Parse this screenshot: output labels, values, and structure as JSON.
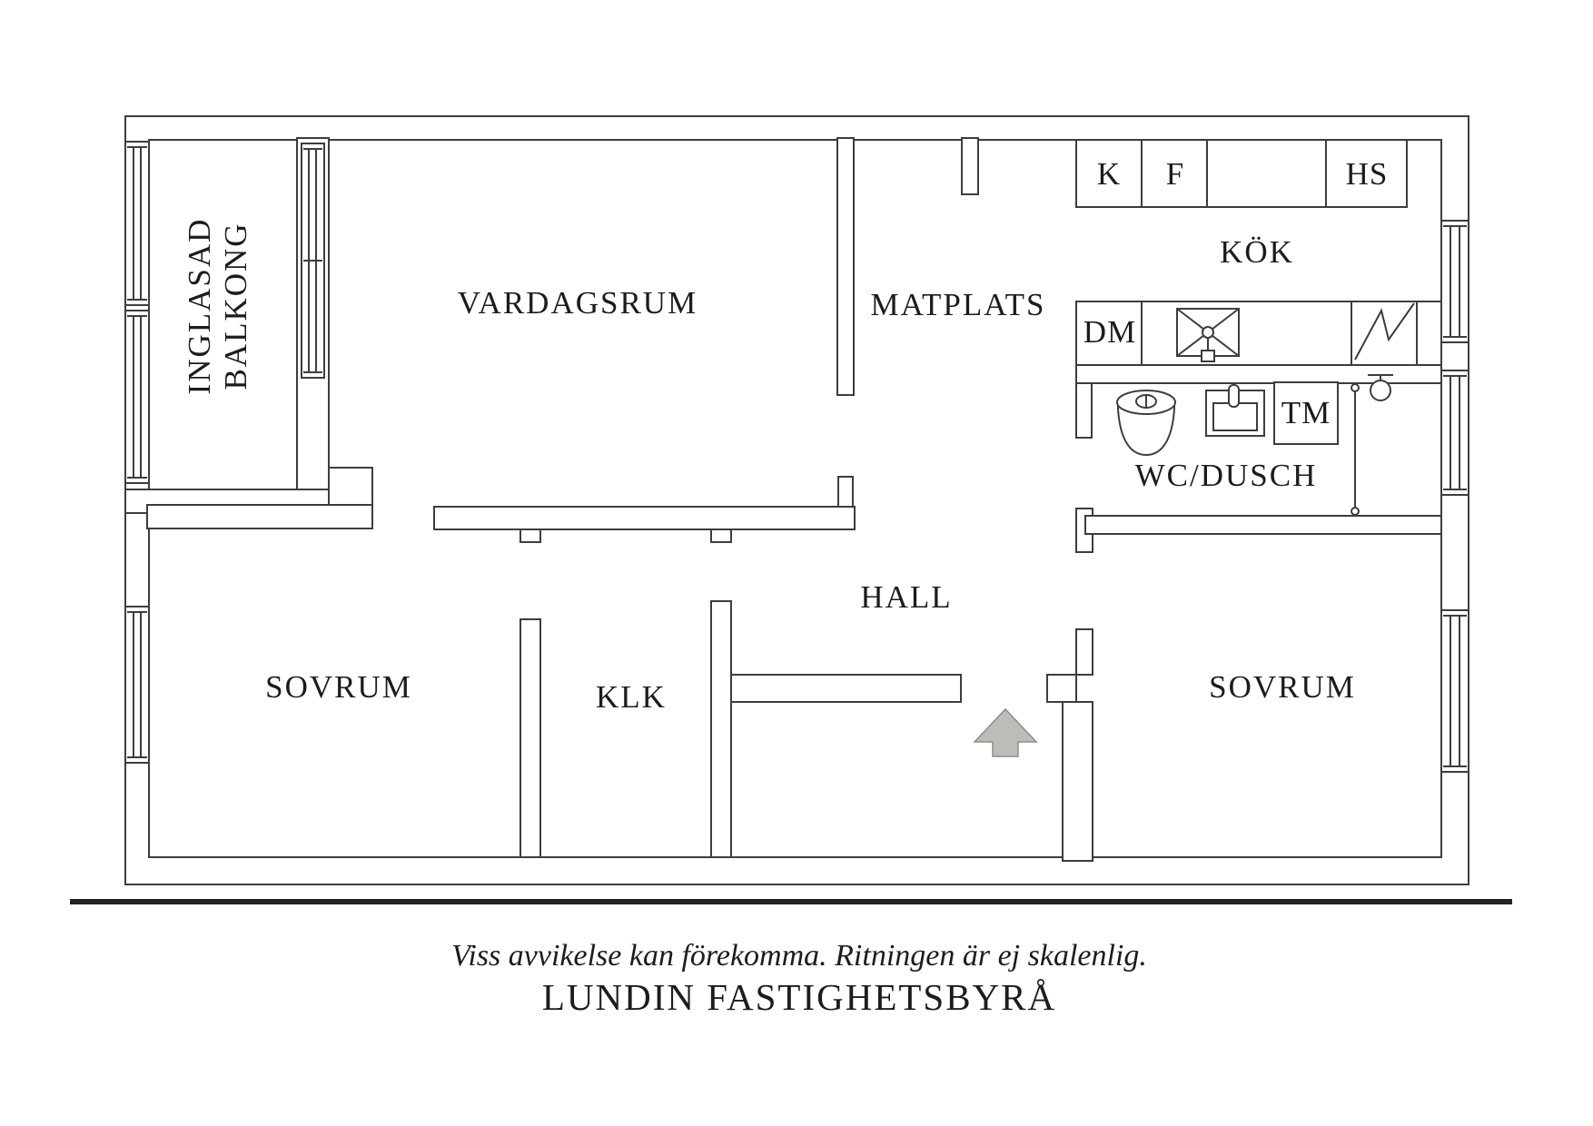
{
  "plan": {
    "rooms": {
      "balcony": {
        "line1": "INGLASAD",
        "line2": "BALKONG"
      },
      "living": "VARDAGSRUM",
      "dining": "MATPLATS",
      "kitchen": "KÖK",
      "bath": "WC/DUSCH",
      "hall": "HALL",
      "closet": "KLK",
      "bedroom_left": "SOVRUM",
      "bedroom_right": "SOVRUM"
    },
    "appliances": {
      "fridge": "K",
      "freezer": "F",
      "tall_cabinet": "HS",
      "dishwasher": "DM",
      "washing_machine": "TM"
    },
    "entry_arrow_direction": "up"
  },
  "footer": {
    "disclaimer": "Viss avvikelse kan förekomma. Ritningen är ej skalenlig.",
    "brand": "LUNDIN FASTIGHETSBYRÅ"
  },
  "colors": {
    "line": "#3d3d3d",
    "text": "#1c1c1c",
    "arrow_fill": "#bcbcb9",
    "arrow_stroke": "#8d8d8a",
    "baseline": "#222222"
  }
}
